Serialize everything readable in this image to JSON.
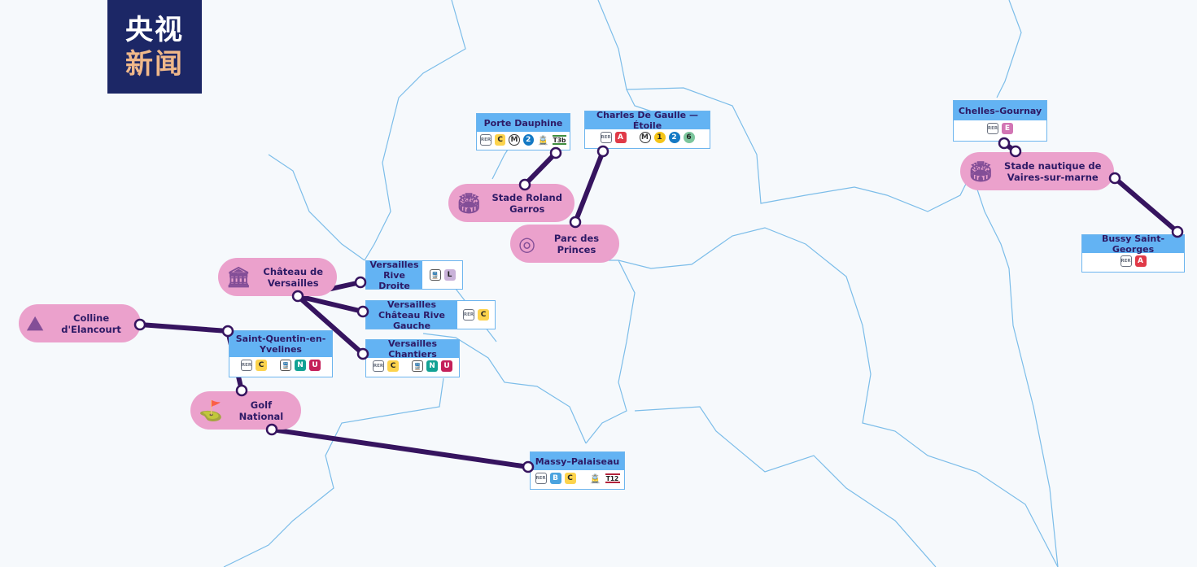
{
  "logo": {
    "line1": "央视",
    "line2": "新闻"
  },
  "colors": {
    "background": "#f6f9fc",
    "boundary": "#7cbde9",
    "route": "#36145f",
    "venue": "#eba1cc",
    "station_header": "#63b3f3",
    "logo_bg": "#1c2766"
  },
  "stations": [
    {
      "id": "porte-dauphine",
      "name": "Porte Dauphine",
      "items": [
        {
          "t": "rer",
          "l": "RER"
        },
        {
          "t": "sq",
          "l": "C",
          "c": "#fcd34d"
        },
        {
          "t": "m",
          "l": "M"
        },
        {
          "t": "circ",
          "l": "2",
          "c": "#1479c4",
          "fg": "#fff"
        },
        {
          "t": "tram",
          "l": "🚊"
        },
        {
          "t": "tline",
          "l": "T3b",
          "c": "#3f8d3f"
        }
      ]
    },
    {
      "id": "charles-de-gaulle-etoile",
      "name": "Charles De Gaulle — Étoile",
      "items": [
        {
          "t": "rer",
          "l": "RER"
        },
        {
          "t": "sq",
          "l": "A",
          "c": "#e03a48",
          "fg": "#fff"
        },
        {
          "t": "gap"
        },
        {
          "t": "m",
          "l": "M"
        },
        {
          "t": "circ",
          "l": "1",
          "c": "#f5c518"
        },
        {
          "t": "circ",
          "l": "2",
          "c": "#1479c4",
          "fg": "#fff"
        },
        {
          "t": "circ",
          "l": "6",
          "c": "#7cc69c"
        }
      ]
    },
    {
      "id": "chelles-gournay",
      "name": "Chelles–Gournay",
      "items": [
        {
          "t": "rer",
          "l": "RER"
        },
        {
          "t": "sq",
          "l": "E",
          "c": "#d275b4",
          "fg": "#fff"
        }
      ]
    },
    {
      "id": "bussy-saint-georges",
      "name": "Bussy Saint-Georges",
      "items": [
        {
          "t": "rer",
          "l": "RER"
        },
        {
          "t": "sq",
          "l": "A",
          "c": "#e03a48",
          "fg": "#fff"
        }
      ]
    },
    {
      "id": "versailles-rive-droite",
      "name": "Versailles Rive Droite",
      "items": [
        {
          "t": "train",
          "l": "🚆"
        },
        {
          "t": "sq",
          "l": "L",
          "c": "#c9b2d9"
        }
      ]
    },
    {
      "id": "versailles-chateau-rive-gauche",
      "name": "Versailles Château Rive Gauche",
      "items": [
        {
          "t": "rer",
          "l": "RER"
        },
        {
          "t": "sq",
          "l": "C",
          "c": "#fcd34d"
        }
      ]
    },
    {
      "id": "versailles-chantiers",
      "name": "Versailles Chantiers",
      "items": [
        {
          "t": "rer",
          "l": "RER"
        },
        {
          "t": "sq",
          "l": "C",
          "c": "#fcd34d"
        },
        {
          "t": "gap"
        },
        {
          "t": "train",
          "l": "🚆"
        },
        {
          "t": "sq",
          "l": "N",
          "c": "#12a294",
          "fg": "#fff"
        },
        {
          "t": "sq",
          "l": "U",
          "c": "#c4205a",
          "fg": "#fff"
        }
      ]
    },
    {
      "id": "saint-quentin-en-yvelines",
      "name": "Saint-Quentin-en-Yvelines",
      "items": [
        {
          "t": "rer",
          "l": "RER"
        },
        {
          "t": "sq",
          "l": "C",
          "c": "#fcd34d"
        },
        {
          "t": "gap"
        },
        {
          "t": "train",
          "l": "🚆"
        },
        {
          "t": "sq",
          "l": "N",
          "c": "#12a294",
          "fg": "#fff"
        },
        {
          "t": "sq",
          "l": "U",
          "c": "#c4205a",
          "fg": "#fff"
        }
      ]
    },
    {
      "id": "massy-palaiseau",
      "name": "Massy–Palaiseau",
      "items": [
        {
          "t": "rer",
          "l": "RER"
        },
        {
          "t": "sq",
          "l": "B",
          "c": "#4aa3df",
          "fg": "#fff"
        },
        {
          "t": "sq",
          "l": "C",
          "c": "#fcd34d"
        },
        {
          "t": "gap"
        },
        {
          "t": "tram",
          "l": "🚊"
        },
        {
          "t": "tline",
          "l": "T12",
          "c": "#b3233b"
        }
      ]
    }
  ],
  "venues": [
    {
      "id": "stade-roland-garros",
      "name": "Stade Roland Garros",
      "icon": "stadium-icon"
    },
    {
      "id": "parc-des-princes",
      "name": "Parc des Princes",
      "icon": "stadium-icon"
    },
    {
      "id": "chateau-de-versailles",
      "name": "Château de Versailles",
      "icon": "palace-icon"
    },
    {
      "id": "colline-d-elancourt",
      "name": "Colline d'Elancourt",
      "icon": "hill-icon"
    },
    {
      "id": "golf-national",
      "name": "Golf National",
      "icon": "golf-icon"
    },
    {
      "id": "stade-nautique-vaires",
      "name": "Stade nautique de Vaires-sur-marne",
      "icon": "nautical-stadium-icon"
    }
  ]
}
